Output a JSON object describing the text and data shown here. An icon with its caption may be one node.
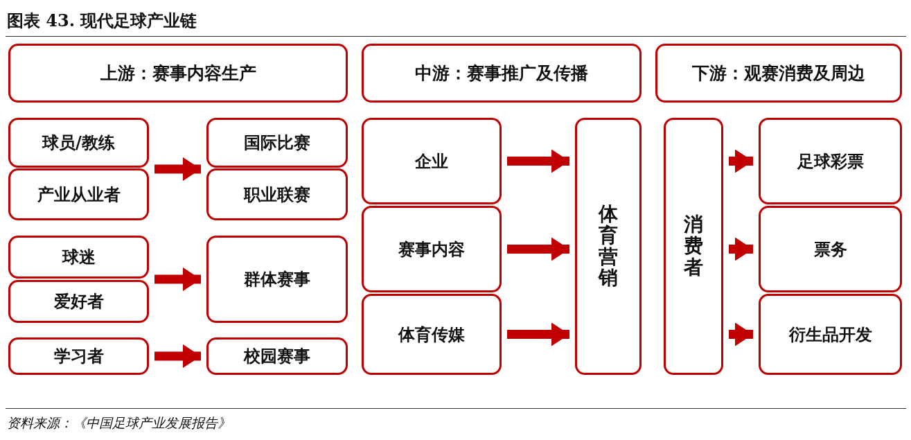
{
  "diagram": {
    "title": "图表 43. 现代足球产业链",
    "caption": "资料来源：《中国足球产业发展报告》",
    "nodes": [
      {
        "text": [
          "上游：赛事内容生产"
        ]
      },
      {
        "text": [
          "中游：赛事推广及传播"
        ]
      },
      {
        "text": [
          "下游：观赛消费及周边"
        ]
      },
      {
        "text": [
          "球员/教练"
        ]
      },
      {
        "text": [
          "产业从业者"
        ]
      },
      {
        "text": [
          "国际比赛"
        ]
      },
      {
        "text": [
          "职业联赛"
        ]
      },
      {
        "text": [
          "球迷"
        ]
      },
      {
        "text": [
          "爱好者"
        ]
      },
      {
        "text": [
          "群体赛事"
        ]
      },
      {
        "text": [
          "学习者"
        ]
      },
      {
        "text": [
          "校园赛事"
        ]
      },
      {
        "text": [
          "企业"
        ]
      },
      {
        "text": [
          "赛事内容"
        ]
      },
      {
        "text": [
          "体育传媒"
        ]
      },
      {
        "text": [
          "体育营销"
        ]
      },
      {
        "text": [
          "消费者"
        ]
      },
      {
        "text": [
          "足球彩票"
        ]
      },
      {
        "text": [
          "票务"
        ]
      },
      {
        "text": [
          "衍生品开发"
        ]
      }
    ],
    "edges": [
      {
        "from": 3,
        "to": 5,
        "arrow": "to"
      },
      {
        "from": 3,
        "to": 6,
        "arrow": "to"
      },
      {
        "from": 4,
        "to": 5,
        "arrow": "to"
      },
      {
        "from": 4,
        "to": 6,
        "arrow": "to"
      },
      {
        "from": 7,
        "to": 9,
        "arrow": "to"
      },
      {
        "from": 8,
        "to": 9,
        "arrow": "to"
      },
      {
        "from": 10,
        "to": 11,
        "arrow": "to"
      },
      {
        "from": 12,
        "to": 15,
        "arrow": "to"
      },
      {
        "from": 13,
        "to": 15,
        "arrow": "to"
      },
      {
        "from": 14,
        "to": 15,
        "arrow": "to"
      },
      {
        "from": 16,
        "to": 17,
        "arrow": "to"
      },
      {
        "from": 16,
        "to": 18,
        "arrow": "to"
      },
      {
        "from": 16,
        "to": 19,
        "arrow": "to"
      }
    ]
  }
}
